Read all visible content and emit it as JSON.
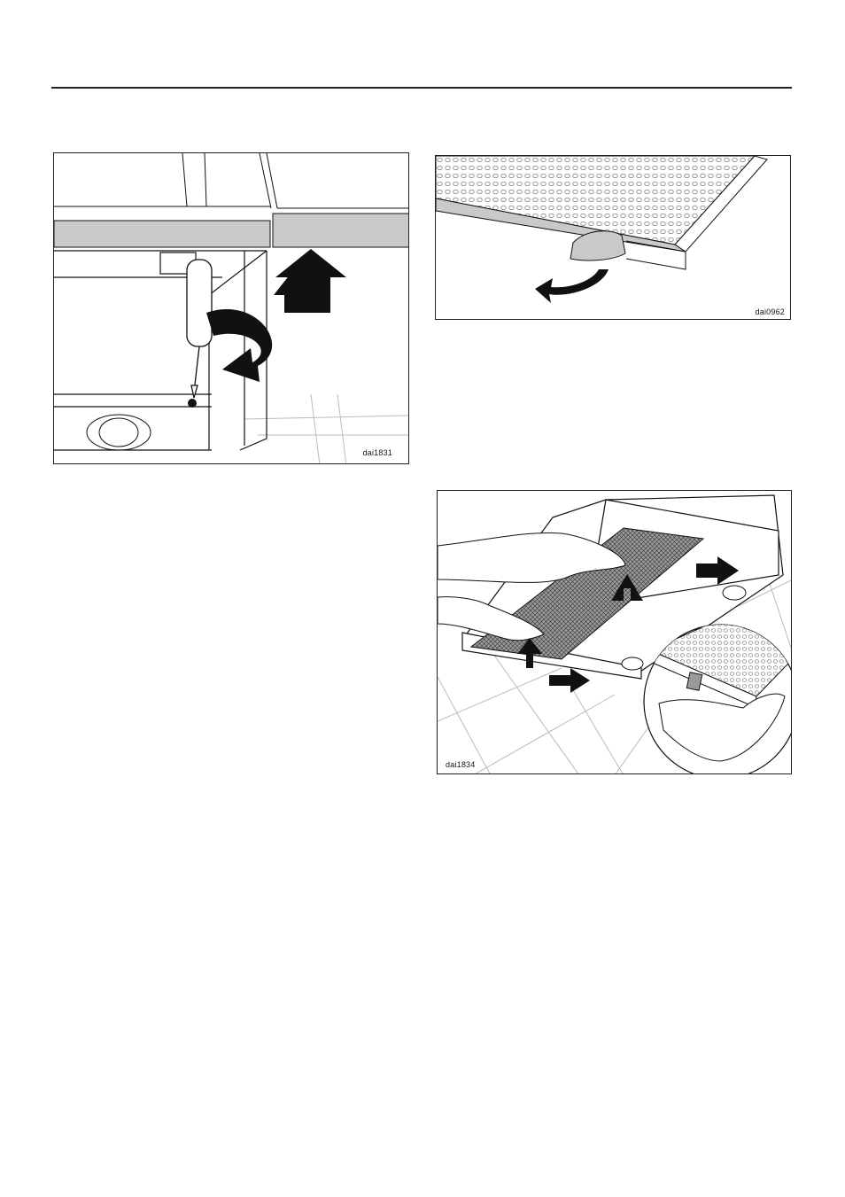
{
  "page": {
    "figures": [
      {
        "label": "dai1831",
        "icon": "screwdriver-icon"
      },
      {
        "label": "dai0962",
        "icon": "filter-clip-icon"
      },
      {
        "label": "dai1834",
        "icon": "hands-filter-icon"
      }
    ]
  },
  "colors": {
    "ink": "#111111",
    "panel": "#c9c9c9",
    "mesh": "#bdbdbd",
    "arrow": "#111111"
  }
}
